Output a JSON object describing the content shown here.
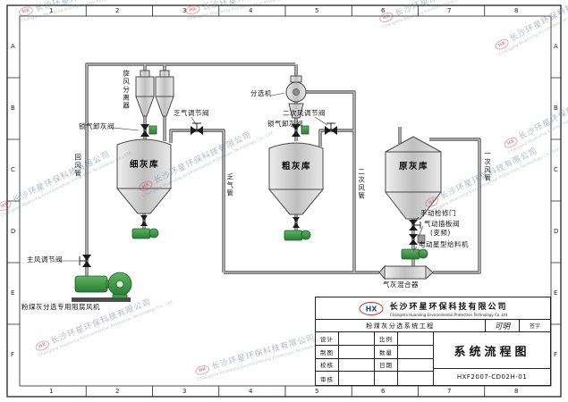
{
  "frame": {
    "cols": [
      "1",
      "2",
      "3",
      "4",
      "5",
      "6",
      "7",
      "8"
    ],
    "rows": [
      "A",
      "B",
      "C",
      "D",
      "E",
      "F"
    ]
  },
  "watermark": {
    "logo": "HX",
    "cn": "长沙环星环保科技有限公司",
    "en": "Changsha Huanxing Environmental Protection Technology Co., Ltd"
  },
  "diagram": {
    "labels": {
      "cyclone": "旋风分离器",
      "separator": "分选机",
      "spent_air_valve": "乏气调节阀",
      "secondary_air_valve": "二次风调节阀",
      "lock_valve_left": "锁气卸灰阀",
      "lock_valve_mid": "锁气卸灰阀",
      "fine_ash_silo": "细灰库",
      "coarse_ash_silo": "粗灰库",
      "raw_ash_silo": "原灰库",
      "return_air_duct": "回风管",
      "spent_air_duct": "乏气管",
      "secondary_air_duct": "二次风管",
      "primary_air_duct": "一次风管",
      "manual_access_door": "手动检修门",
      "pneumatic_gate_valve": "气动插板阀",
      "pneumatic_gate_valve_note": "(变频)",
      "rotary_feeder": "电动星型给料机",
      "gas_ash_mixer": "气灰混合器",
      "main_air_valve": "主风调节阀",
      "fan": "粉煤灰分选专用阻腐风机"
    }
  },
  "title_block": {
    "logo": "HX",
    "company_cn": "长沙环星环保科技有限公司",
    "company_en": "Changsha Huanxing Environmental Protection Technology Co.,Ltd",
    "project": "粉煤灰分选系统工程",
    "approval": "可明",
    "approval2": "签字",
    "drawing_title": "系统流程图",
    "drawing_no": "HXF2007-CD02H-01",
    "table": {
      "r1c1": "设计",
      "r1c3": "比例",
      "r2c1": "制图",
      "r2c3": "数量",
      "r3c1": "校核",
      "r3c3": "日期",
      "r4c1": "审核"
    }
  }
}
